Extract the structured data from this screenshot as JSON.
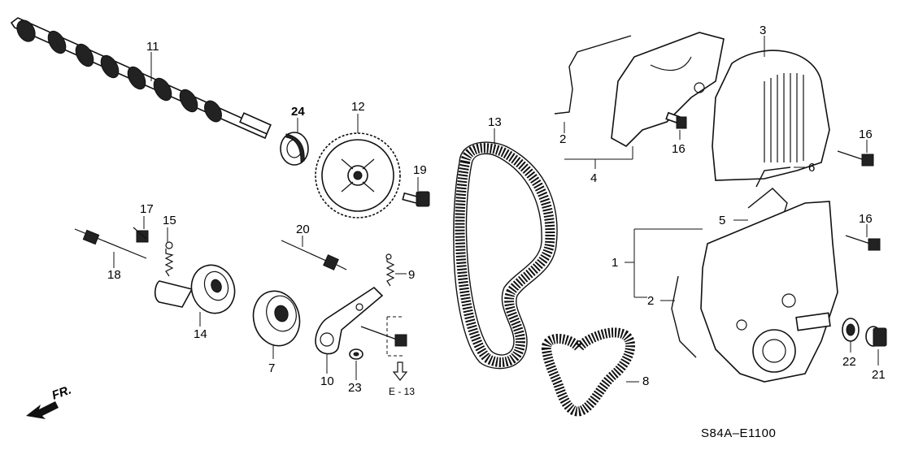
{
  "diagram": {
    "code": "S84A–E1100",
    "direction_label": "FR.",
    "ref_label": "E - 13",
    "parts": {
      "p1": "1",
      "p2a": "2",
      "p2b": "2",
      "p3": "3",
      "p4": "4",
      "p5": "5",
      "p6": "6",
      "p7": "7",
      "p8": "8",
      "p9": "9",
      "p10": "10",
      "p11": "11",
      "p12": "12",
      "p13": "13",
      "p14": "14",
      "p15": "15",
      "p16a": "16",
      "p16b": "16",
      "p16c": "16",
      "p17": "17",
      "p18": "18",
      "p19": "19",
      "p20": "20",
      "p21": "21",
      "p22": "22",
      "p23": "23",
      "p24": "24"
    }
  }
}
